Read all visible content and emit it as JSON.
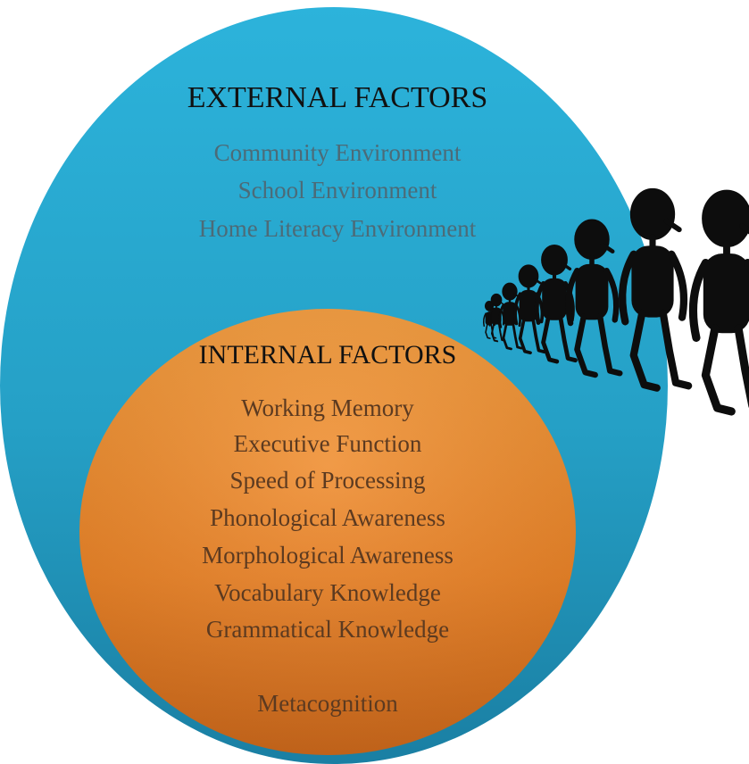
{
  "colors": {
    "external_circle": "#2aa9cf",
    "internal_circle": "#ee8426",
    "figure": "#0d0d0d"
  },
  "external": {
    "title": "EXTERNAL FACTORS",
    "items": [
      "Community Environment",
      "School Environment",
      "Home Literacy Environment"
    ]
  },
  "internal": {
    "title": "INTERNAL FACTORS",
    "items": [
      "Working Memory",
      "Executive Function",
      "Speed of Processing",
      "Phonological Awareness",
      "Morphological Awareness",
      "Vocabulary Knowledge",
      "Grammatical Knowledge"
    ],
    "footer": "Metacognition"
  },
  "figures": {
    "count": 8,
    "icon": "walking-person-icon"
  }
}
